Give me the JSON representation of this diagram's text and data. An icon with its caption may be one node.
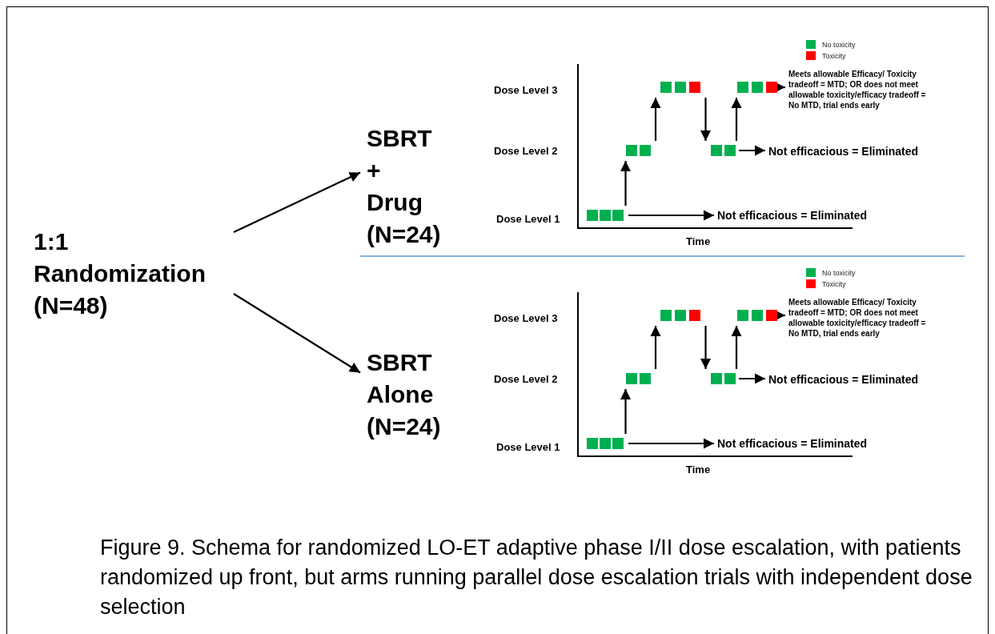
{
  "diagram": {
    "caption": "Figure 9. Schema for randomized LO-ET adaptive phase I/II dose escalation, with patients randomized up front, but arms running parallel dose escalation trials with independent dose selection",
    "nodes": [
      {
        "text": [
          "1:1 Randomization (N=48)"
        ]
      },
      {
        "text": [
          "SBRT + Drug (N=24)"
        ]
      },
      {
        "text": [
          "SBRT Alone (N=24)"
        ]
      },
      {
        "text": [],
        "shape": "bar"
      },
      {
        "text": [],
        "shape": "bar"
      },
      {
        "text": [],
        "shape": "bar"
      },
      {
        "text": [],
        "shape": "bar"
      },
      {
        "text": [],
        "shape": "bar"
      },
      {
        "text": [
          "Not efficacious = Eliminated"
        ]
      },
      {
        "text": [
          "Not efficacious = Eliminated"
        ]
      },
      {
        "text": [
          "Meets allowable Efficacy/ Toxicity tradeoff = MTD; OR does not meet allowable toxicity/efficacy tradeoff = No MTD, trial ends early"
        ]
      },
      {
        "text": [],
        "shape": "bar"
      },
      {
        "text": [],
        "shape": "bar"
      },
      {
        "text": [],
        "shape": "bar"
      },
      {
        "text": [],
        "shape": "bar"
      },
      {
        "text": [],
        "shape": "bar"
      },
      {
        "text": [
          "Not efficacious = Eliminated"
        ]
      },
      {
        "text": [
          "Not efficacious = Eliminated"
        ]
      },
      {
        "text": [
          "Meets allowable Efficacy/ Toxicity tradeoff = MTD; OR does not meet allowable toxicity/efficacy tradeoff = No MTD, trial ends early"
        ]
      }
    ],
    "edges": [
      {
        "from": 0,
        "to": 1,
        "arrow": "to"
      },
      {
        "from": 0,
        "to": 2,
        "arrow": "to"
      },
      {
        "from": 3,
        "to": 4,
        "arrow": "to"
      },
      {
        "from": 4,
        "to": 5,
        "arrow": "to"
      },
      {
        "from": 5,
        "to": 6,
        "arrow": "to"
      },
      {
        "from": 6,
        "to": 7,
        "arrow": "to"
      },
      {
        "from": 3,
        "to": 8,
        "arrow": "to"
      },
      {
        "from": 6,
        "to": 9,
        "arrow": "to"
      },
      {
        "from": 7,
        "to": 10,
        "arrow": "to"
      },
      {
        "from": 11,
        "to": 12,
        "arrow": "to"
      },
      {
        "from": 12,
        "to": 13,
        "arrow": "to"
      },
      {
        "from": 13,
        "to": 14,
        "arrow": "to"
      },
      {
        "from": 14,
        "to": 15,
        "arrow": "to"
      },
      {
        "from": 11,
        "to": 16,
        "arrow": "to"
      },
      {
        "from": 14,
        "to": 17,
        "arrow": "to"
      },
      {
        "from": 15,
        "to": 18,
        "arrow": "to"
      }
    ],
    "labels": [
      "Dose Level 3",
      "Dose Level 2",
      "Dose Level 1",
      "Time",
      "Dose Level 3",
      "Dose Level 2",
      "Dose Level 1",
      "Time"
    ],
    "legend": [
      {
        "text": "No toxicity",
        "color": "#00b050"
      },
      {
        "text": "Toxicity",
        "color": "#ff0000"
      },
      {
        "text": "No toxicity",
        "color": "#00b050"
      },
      {
        "text": "Toxicity",
        "color": "#ff0000"
      }
    ]
  }
}
